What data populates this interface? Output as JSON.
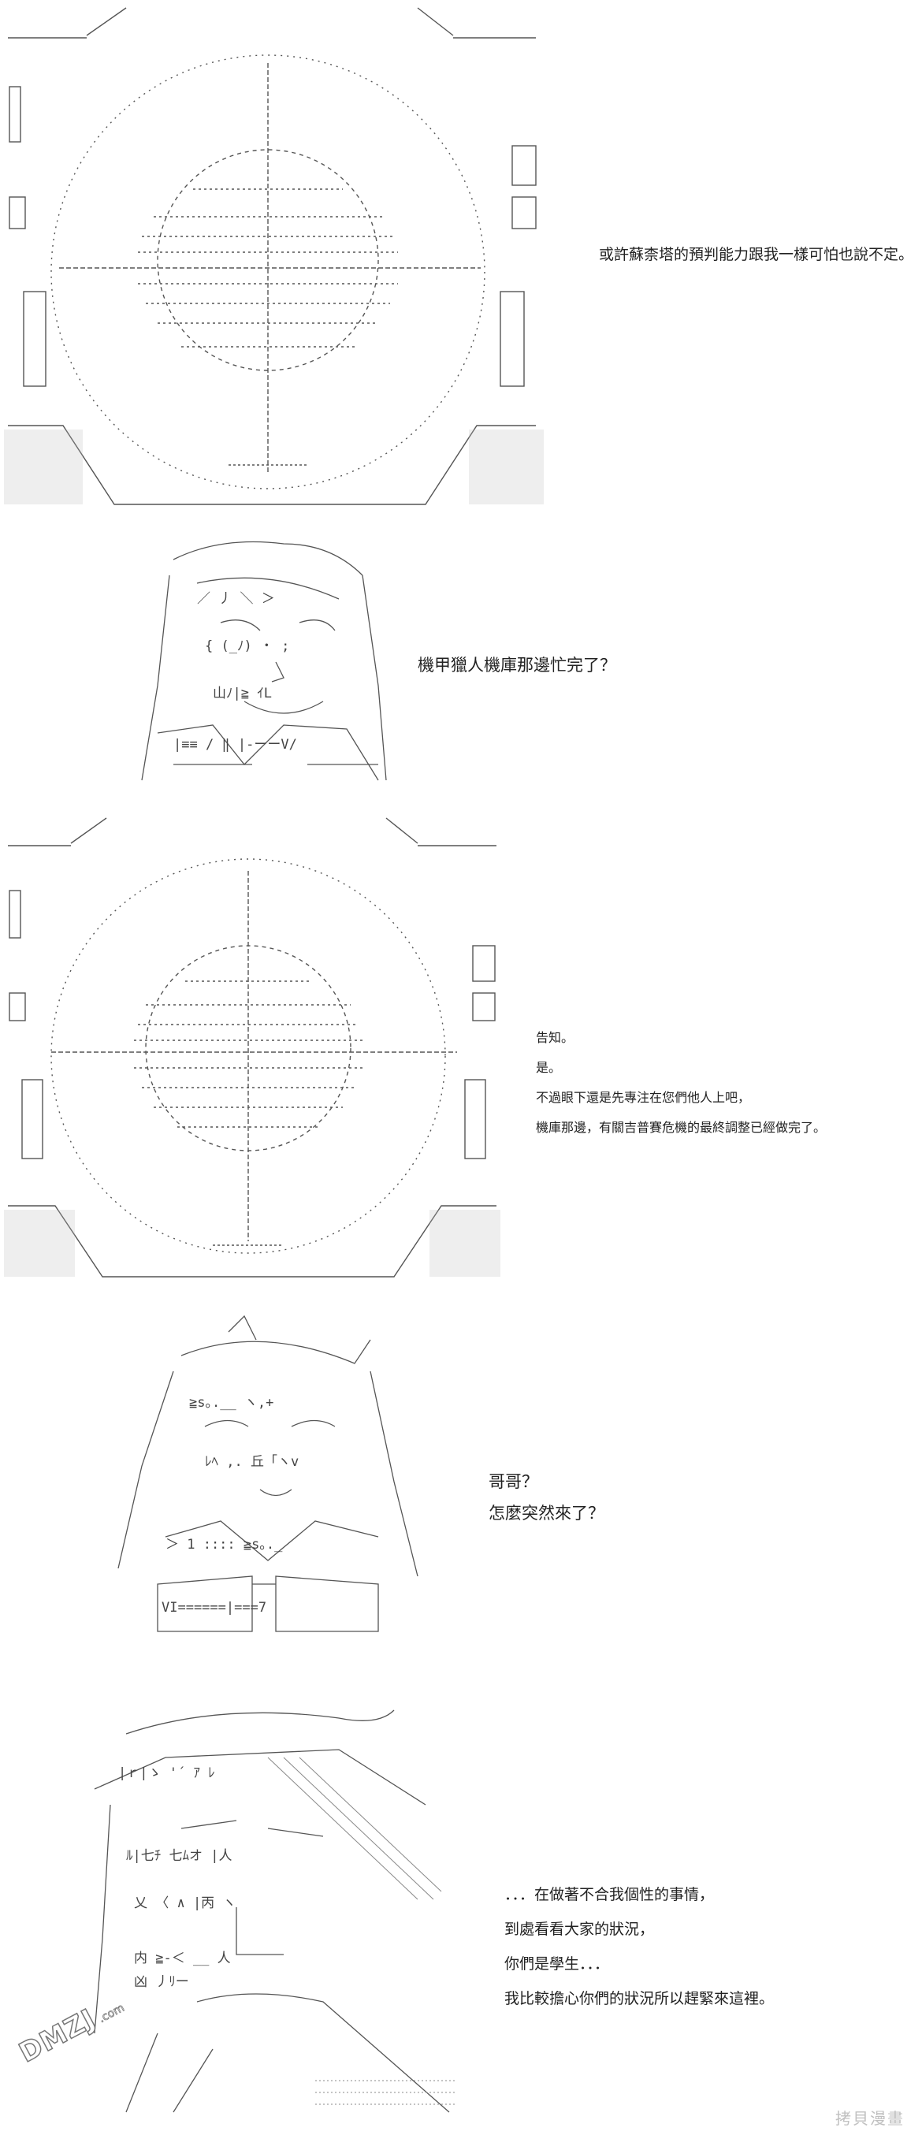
{
  "panels": [
    {
      "caption_lines": [
        "或許蘇柰塔的預判能力跟我一樣可怕也說不定。"
      ]
    },
    {
      "caption_lines": [
        "機甲獵人機庫那邊忙完了？"
      ]
    },
    {
      "caption_lines": [
        "告知。",
        "是。",
        "不過眼下還是先專注在您們他人上吧，",
        "機庫那邊，有關吉普賽危機的最終調整已經做完了。"
      ]
    },
    {
      "caption_lines": [
        "哥哥？",
        "怎麼突然來了？"
      ]
    },
    {
      "caption_lines": [
        "．．．在做著不合我個性的事情，",
        "到處看看大家的狀況，",
        "你們是學生．．．",
        "我比較擔心你們的狀況所以趕緊來這裡。"
      ]
    }
  ],
  "watermarks": {
    "logo_text": "DMZJ",
    "logo_sub": ".com",
    "corner_text": "拷貝漫畫"
  }
}
